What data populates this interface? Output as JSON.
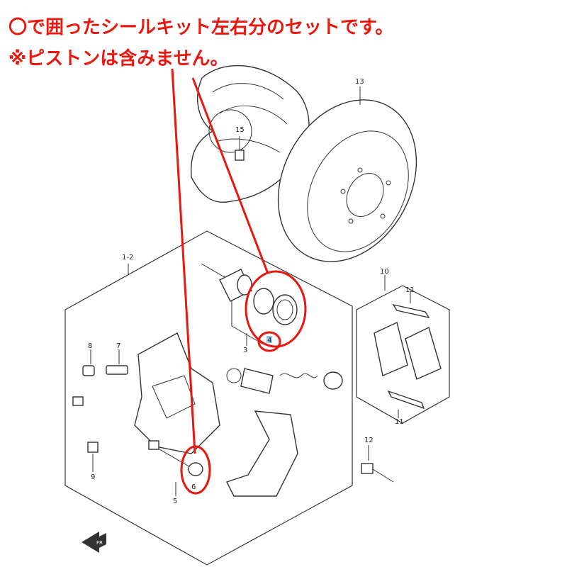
{
  "caption": {
    "line1": "〇で囲ったシールキット左右分のセットです。",
    "line2": "※ピストンは含みません。"
  },
  "diagram": {
    "labels": {
      "disc": "13",
      "bolt_top": "15",
      "caliper_assy": "1-2",
      "piston_group": "3",
      "pad_set": "10",
      "shim_top": "11",
      "shim_bottom": "11",
      "bushing": "6",
      "pin_group": "5",
      "bleeder_cap": "8",
      "bleeder": "7",
      "bolt_left": "9",
      "bolt_bracket": "12",
      "seal_number": "4"
    },
    "front_mark": "FR"
  },
  "colors": {
    "highlight": "#e8170f",
    "line": "#333333"
  }
}
